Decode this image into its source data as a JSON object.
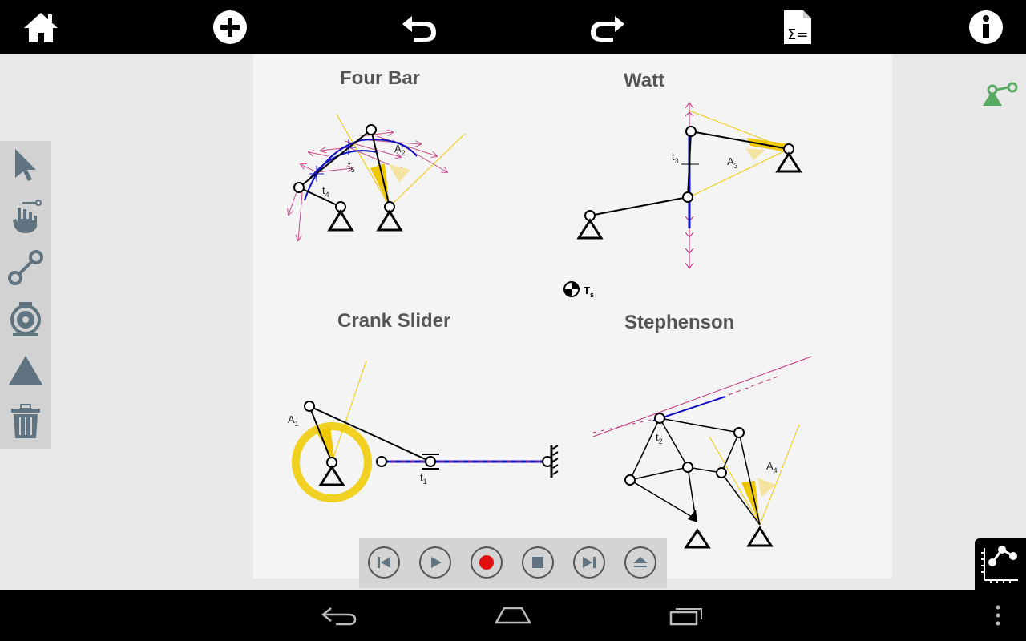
{
  "toolbar": {
    "buttons": [
      {
        "icon": "home-icon"
      },
      {
        "icon": "add-icon"
      },
      {
        "icon": "undo-icon"
      },
      {
        "icon": "redo-icon"
      },
      {
        "icon": "equations-document-icon"
      },
      {
        "icon": "info-icon"
      }
    ]
  },
  "sidebar": {
    "tools": [
      {
        "icon": "select-arrow-icon"
      },
      {
        "icon": "hand-drag-icon"
      },
      {
        "icon": "link-icon"
      },
      {
        "icon": "motor-icon"
      },
      {
        "icon": "ground-triangle-icon"
      },
      {
        "icon": "trash-icon"
      }
    ]
  },
  "mechanisms": {
    "four_bar": {
      "title": "Four Bar",
      "labels": [
        {
          "b": "t",
          "s": "4"
        },
        {
          "b": "t",
          "s": "5"
        },
        {
          "b": "A",
          "s": "2"
        }
      ]
    },
    "watt": {
      "title": "Watt",
      "labels": [
        {
          "b": "t",
          "s": "3"
        },
        {
          "b": "A",
          "s": "3"
        }
      ]
    },
    "crank_slider": {
      "title": "Crank Slider",
      "labels": [
        {
          "b": "A",
          "s": "1"
        },
        {
          "b": "t",
          "s": "1"
        }
      ]
    },
    "stephenson": {
      "title": "Stephenson",
      "labels": [
        {
          "b": "t",
          "s": "2"
        },
        {
          "b": "A",
          "s": "4"
        }
      ]
    },
    "center_of_mass": {
      "b": "T",
      "s": "s"
    }
  },
  "player": {
    "buttons": [
      "skip-to-start",
      "play",
      "record",
      "stop",
      "skip-to-end",
      "eject"
    ],
    "record_color": "#e01010"
  },
  "colors": {
    "accent_green": "#5aab62",
    "yellow": "#f0c800",
    "magenta": "#c0307a",
    "blue": "#1010c0"
  }
}
